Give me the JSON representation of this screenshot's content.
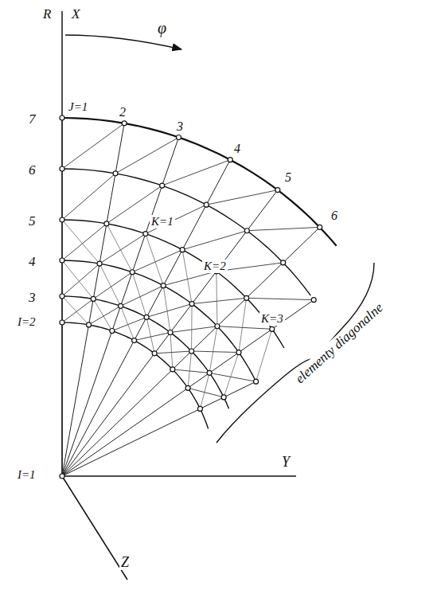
{
  "diagram": {
    "labels": [
      "R",
      "X",
      "φ",
      "7",
      "J=1",
      "2",
      "3",
      "4",
      "5",
      "6",
      "6",
      "5",
      "4",
      "3",
      "K=1",
      "K=2",
      "I=2",
      "K=3",
      "elementy diagonalne",
      "I=1",
      "Y",
      "Z"
    ]
  }
}
